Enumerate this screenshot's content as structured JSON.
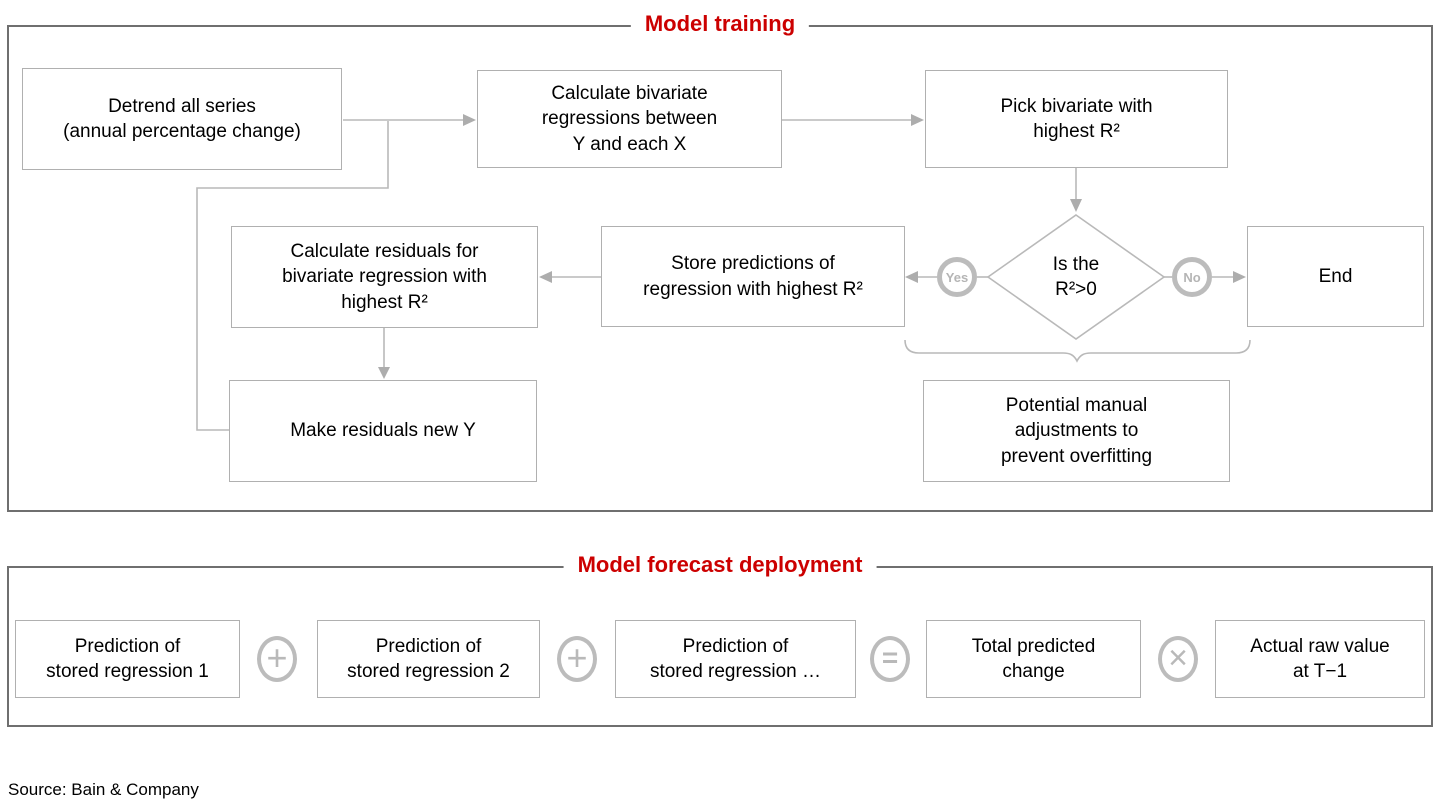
{
  "colors": {
    "accent_red": "#cc0000",
    "section_border": "#6f6f6f",
    "node_border": "#b0b0b0",
    "connector_gray": "#b9b9b9"
  },
  "training": {
    "title": "Model training",
    "nodes": {
      "detrend": "Detrend all series\n(annual percentage change)",
      "calc_bivariate": "Calculate bivariate\nregressions between\nY and each X",
      "pick_bivariate": "Pick bivariate with\nhighest R²",
      "calc_residuals": "Calculate residuals for\nbivariate regression with\nhighest R²",
      "store_predictions": "Store predictions of\nregression with highest R²",
      "decision": "Is the\nR²>0",
      "yes_label": "Yes",
      "no_label": "No",
      "end": "End",
      "manual_adjustments": "Potential manual\nadjustments to\nprevent overfitting",
      "make_residuals": "Make residuals new Y"
    }
  },
  "deployment": {
    "title": "Model forecast deployment",
    "nodes": {
      "pred1": "Prediction of\nstored regression 1",
      "pred2": "Prediction of\nstored regression 2",
      "pred_n": "Prediction of\nstored regression …",
      "total": "Total predicted\nchange",
      "actual": "Actual raw value\nat T−1"
    },
    "operators": {
      "plus": "+",
      "equals": "=",
      "times": "×"
    }
  },
  "footer": {
    "source": "Source: Bain & Company"
  }
}
